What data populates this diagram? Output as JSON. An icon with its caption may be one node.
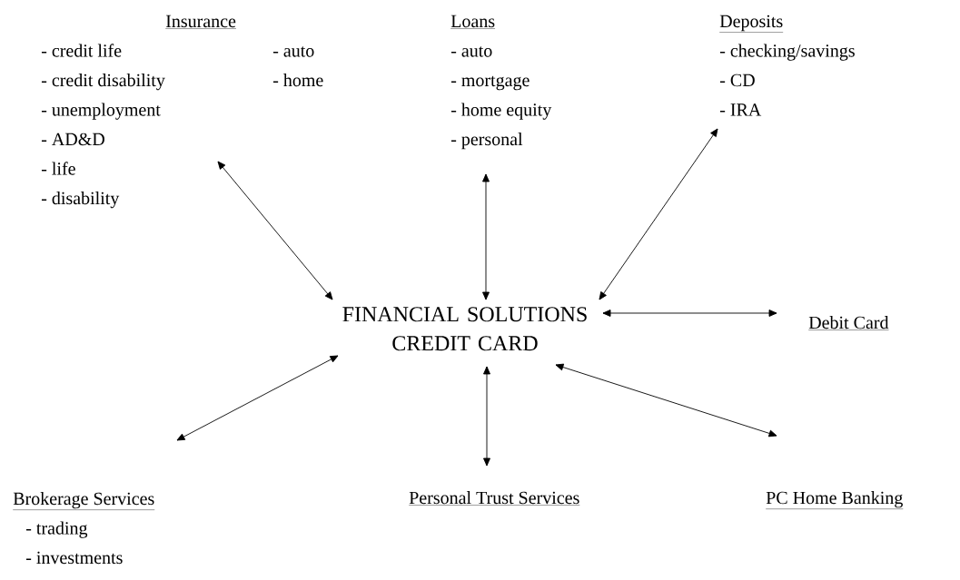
{
  "diagram": {
    "nodes": [
      {
        "text": [
          "Insurance",
          "- credit life",
          "- credit disability",
          "- unemployment",
          "- AD&D",
          "- life",
          "- disability",
          "- auto",
          "- home"
        ]
      },
      {
        "text": [
          "Loans",
          "- auto",
          "- mortgage",
          "- home equity",
          "- personal"
        ]
      },
      {
        "text": [
          "Deposits",
          "- checking/savings",
          "- CD",
          "- IRA"
        ]
      },
      {
        "text": [
          "FINANCIAL SOLUTIONS CREDIT CARD"
        ]
      },
      {
        "text": [
          "Debit Card"
        ]
      },
      {
        "text": [
          "Brokerage Services",
          "- trading",
          "- investments"
        ]
      },
      {
        "text": [
          "Personal Trust Services"
        ]
      },
      {
        "text": [
          "PC Home Banking"
        ]
      }
    ],
    "edges": [
      {
        "from": 3,
        "to": 0,
        "arrow": "both"
      },
      {
        "from": 3,
        "to": 1,
        "arrow": "both"
      },
      {
        "from": 3,
        "to": 2,
        "arrow": "both"
      },
      {
        "from": 3,
        "to": 4,
        "arrow": "both"
      },
      {
        "from": 3,
        "to": 5,
        "arrow": "both"
      },
      {
        "from": 3,
        "to": 6,
        "arrow": "both"
      },
      {
        "from": 3,
        "to": 7,
        "arrow": "both"
      }
    ]
  }
}
